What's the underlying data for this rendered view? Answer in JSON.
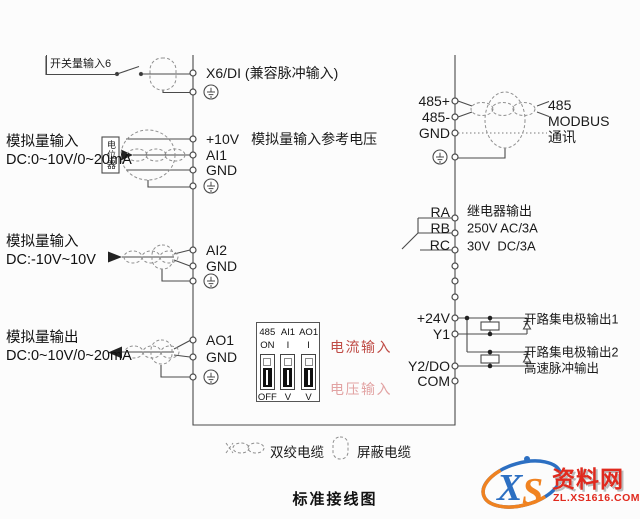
{
  "title": "标准接线图",
  "left": {
    "switch_input": "开关量输入6",
    "ai1_block": {
      "l1": "模拟量输入",
      "l2": "DC:0~10V/0~20mA"
    },
    "ai2_block": {
      "l1": "模拟量输入",
      "l2": "DC:-10V~10V"
    },
    "ao1_block": {
      "l1": "模拟量输出",
      "l2": "DC:0~10V/0~20mA"
    },
    "potentiometer": "电位器"
  },
  "terminals_left": {
    "x6": "X6/DI (兼容脉冲输入)",
    "p10v": "+10V",
    "p10v_desc": "模拟量输入参考电压",
    "ai1": "AI1",
    "gnd_a": "GND",
    "ai2": "AI2",
    "gnd_b": "GND",
    "ao1": "AO1",
    "gnd_c": "GND"
  },
  "terminals_right": {
    "r485_plus": "485+",
    "r485_minus": "485-",
    "gnd": "GND",
    "ra": "RA",
    "rb": "RB",
    "rc": "RC",
    "p24v": "+24V",
    "y1": "Y1",
    "y2": "Y2/DO",
    "com": "COM"
  },
  "right": {
    "modbus_l1": "485",
    "modbus_l2": "MODBUS",
    "modbus_l3": "通讯",
    "relay_l1": "继电器输出",
    "relay_l2": "250V AC/3A",
    "relay_l3": "30V  DC/3A",
    "oc1": "开路集电极输出1",
    "oc2": "开路集电极输出2",
    "pulse": "高速脉冲输出"
  },
  "dip": {
    "col1": "485",
    "col2": "AI1",
    "col3": "AO1",
    "on": "ON",
    "on_ai1": "I",
    "on_ao1": "I",
    "off": "OFF",
    "off_ai1": "V",
    "off_ao1": "V"
  },
  "notes": {
    "current": "电流输入",
    "voltage": "电压输入"
  },
  "legend": {
    "twisted": "双绞电缆",
    "shielded": "屏蔽电缆"
  },
  "watermark": {
    "x": "X",
    "s": "S",
    "name": "资料网",
    "url": "ZL.XS1616.COM"
  },
  "colors": {
    "wire": "#4a4a4a",
    "cable": "#8f8f8f",
    "note_current": "#bf4b45",
    "note_voltage": "#e2a3a3",
    "wm_red": "#e02a1e",
    "wm_blue": "#2c6fc2",
    "wm_orange": "#f08220"
  }
}
